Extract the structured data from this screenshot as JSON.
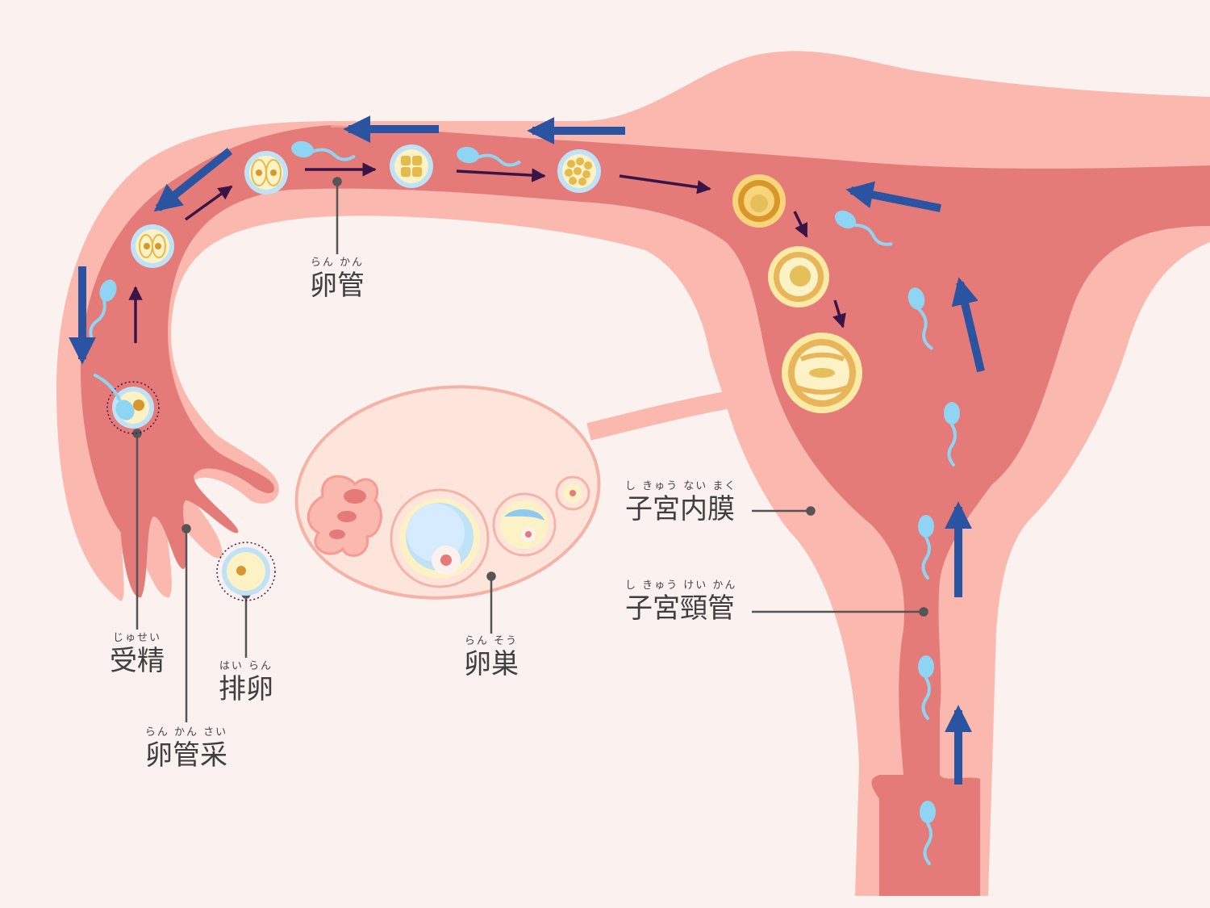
{
  "colors": {
    "background": "#fbf2f0",
    "outer_tissue": "#fbb8ae",
    "inner_tissue": "#e57b78",
    "ovary_fill": "#fde5dc",
    "arrow_flow": "#2a54a1",
    "arrow_path": "#3a1446",
    "sperm": "#8fd4f2",
    "leader_line": "#555555"
  },
  "labels": {
    "rankan": {
      "ruby": "らん かん",
      "text": "卵管"
    },
    "jusei": {
      "ruby": "じゅせい",
      "text": "受精"
    },
    "hairan": {
      "ruby": "はい らん",
      "text": "排卵"
    },
    "rankansai": {
      "ruby": "らん かん さい",
      "text": "卵管采"
    },
    "ransou": {
      "ruby": "らん そう",
      "text": "卵巣"
    },
    "shikyunaimaku": {
      "ruby": "し きゅう ない まく",
      "text": "子宮内膜"
    },
    "shikyukeikan": {
      "ruby": "し きゅう けい かん",
      "text": "子宮頸管"
    }
  }
}
